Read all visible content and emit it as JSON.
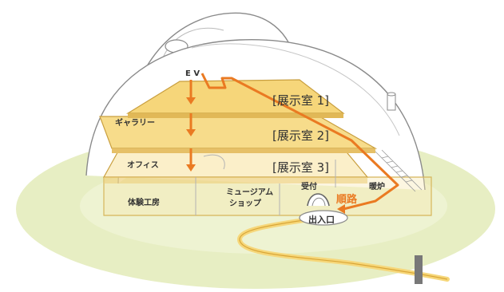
{
  "labels": {
    "ev": "E V",
    "gallery": "ギャラリー",
    "office": "オフィス",
    "workshop": "体験工房",
    "shop_line1": "ミュージアム",
    "shop_line2": "ショップ",
    "reception": "受付",
    "route": "順路",
    "fireplace": "暖炉",
    "entrance": "出入口"
  },
  "rooms": {
    "room1": "[展示室 1]",
    "room2": "[展示室 2]",
    "room3": "[展示室 3]"
  },
  "colors": {
    "ground": "#e4ecbd",
    "floor_yellow": "#f8dd8e",
    "route_orange": "#ea7a22",
    "outline": "#8a8a8a",
    "sign_pole": "#777777"
  }
}
